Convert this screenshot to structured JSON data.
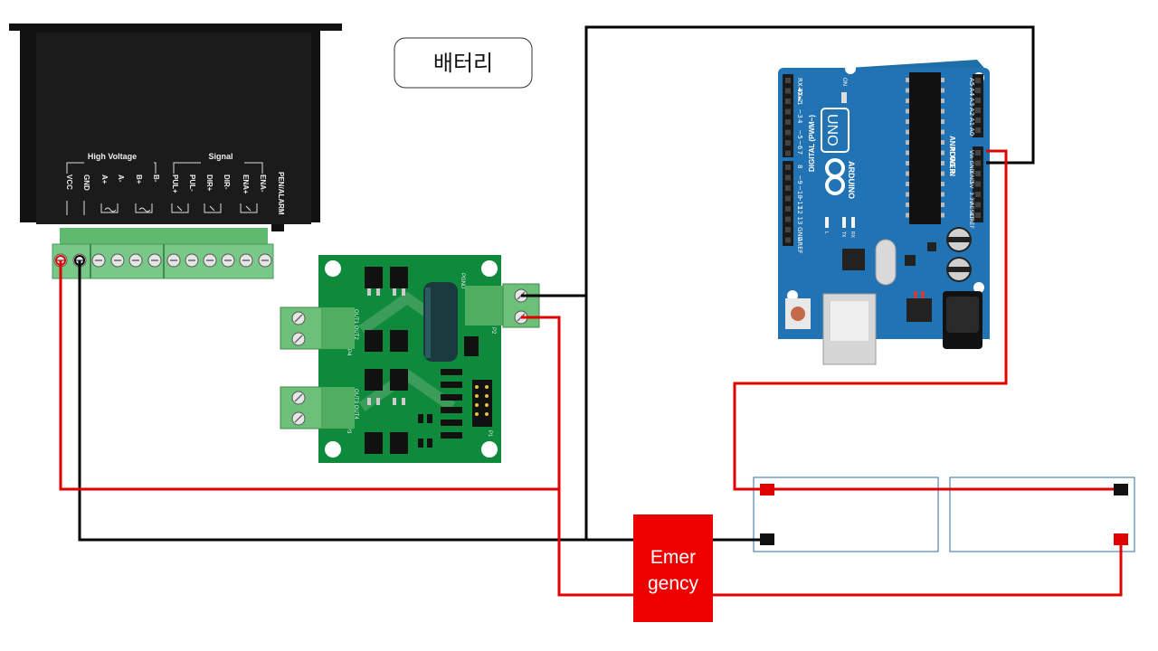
{
  "battery_label": "배터리",
  "emergency": {
    "line1": "Emer",
    "line2": "gency",
    "color": "#ee0000"
  },
  "wire_colors": {
    "positive": "#e00000",
    "ground": "#000000"
  },
  "driver": {
    "group_high_voltage": "High Voltage",
    "group_signal": "Signal",
    "terminals": [
      "VCC",
      "GND",
      "A+",
      "A-",
      "B+",
      "B-",
      "PUL+",
      "PUL-",
      "DIR+",
      "DIR-",
      "ENA+",
      "ENA-"
    ],
    "pen_alarm": "PEN/ALARM"
  },
  "motor_driver_board": {
    "labels": {
      "out12": "OUT1 OUT2",
      "out34": "OUT3 OUT4",
      "p4": "P4",
      "p3": "P3",
      "p2": "P2",
      "p1": "P1",
      "pgnd": "PGND"
    }
  },
  "arduino": {
    "brand": "ARDUINO",
    "model": "UNO",
    "digital_label": "DIGITAL (PWM~)",
    "analog_label": "ANALOG IN",
    "power_label": "POWER",
    "on_label": "ON",
    "l_label": "L",
    "tx_label": "TX",
    "rx_label": "RX",
    "digital_pins": [
      "RX◄0",
      "TX►1",
      "2",
      "~3",
      "4",
      "~5",
      "~6",
      "7",
      "8",
      "~9",
      "~10",
      "~11",
      "12",
      "13",
      "GND",
      "AREF"
    ],
    "analog_pins": [
      "A5",
      "A4",
      "A3",
      "A2",
      "A1",
      "A0"
    ],
    "power_pins": [
      "Vin",
      "GND",
      "GND",
      "5V",
      "3.3V",
      "RESET",
      "IOREF"
    ]
  }
}
